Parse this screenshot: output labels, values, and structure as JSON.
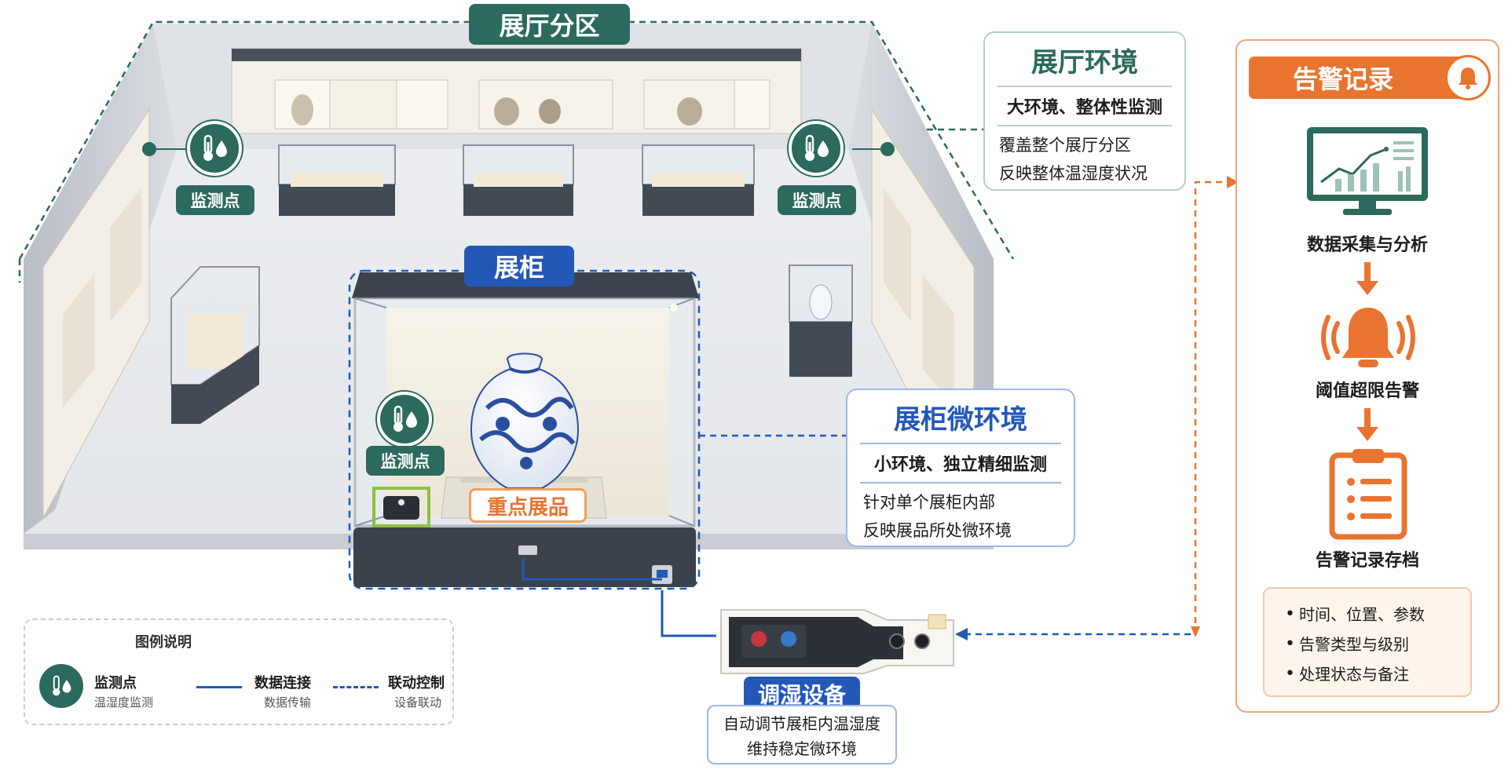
{
  "hall_zone_title": "展厅分区",
  "cabinet_title": "展柜",
  "monitor_label": "监测点",
  "key_exhibit_label": "重点展品",
  "hall_env": {
    "title": "展厅环境",
    "subtitle": "大环境、整体性监测",
    "lines": [
      "覆盖整个展厅分区",
      "反映整体温湿度状况"
    ]
  },
  "cabinet_env": {
    "title": "展柜微环境",
    "subtitle": "小环境、独立精细监测",
    "lines": [
      "针对单个展柜内部",
      "反映展品所处微环境"
    ]
  },
  "device": {
    "title": "调湿设备",
    "lines": [
      "自动调节展柜内温湿度",
      "维持稳定微环境"
    ]
  },
  "alert": {
    "title": "告警记录",
    "steps": [
      "数据采集与分析",
      "阈值超限告警",
      "告警记录存档"
    ],
    "details": [
      "时间、位置、参数",
      "告警类型与级别",
      "处理状态与备注"
    ]
  },
  "legend": {
    "title": "图例说明",
    "items": [
      {
        "label": "监测点",
        "sub": "温湿度监测"
      },
      {
        "label": "数据连接",
        "sub": "数据传输"
      },
      {
        "label": "联动控制",
        "sub": "设备联动"
      }
    ]
  },
  "colors": {
    "green": "#2b6a5d",
    "blue": "#2358b8",
    "orange": "#e9742f"
  },
  "icons": [
    "thermometer-droplet-icon",
    "monitor-chart-icon",
    "alarm-bell-icon",
    "clipboard-list-icon",
    "arrow-down-icon"
  ]
}
